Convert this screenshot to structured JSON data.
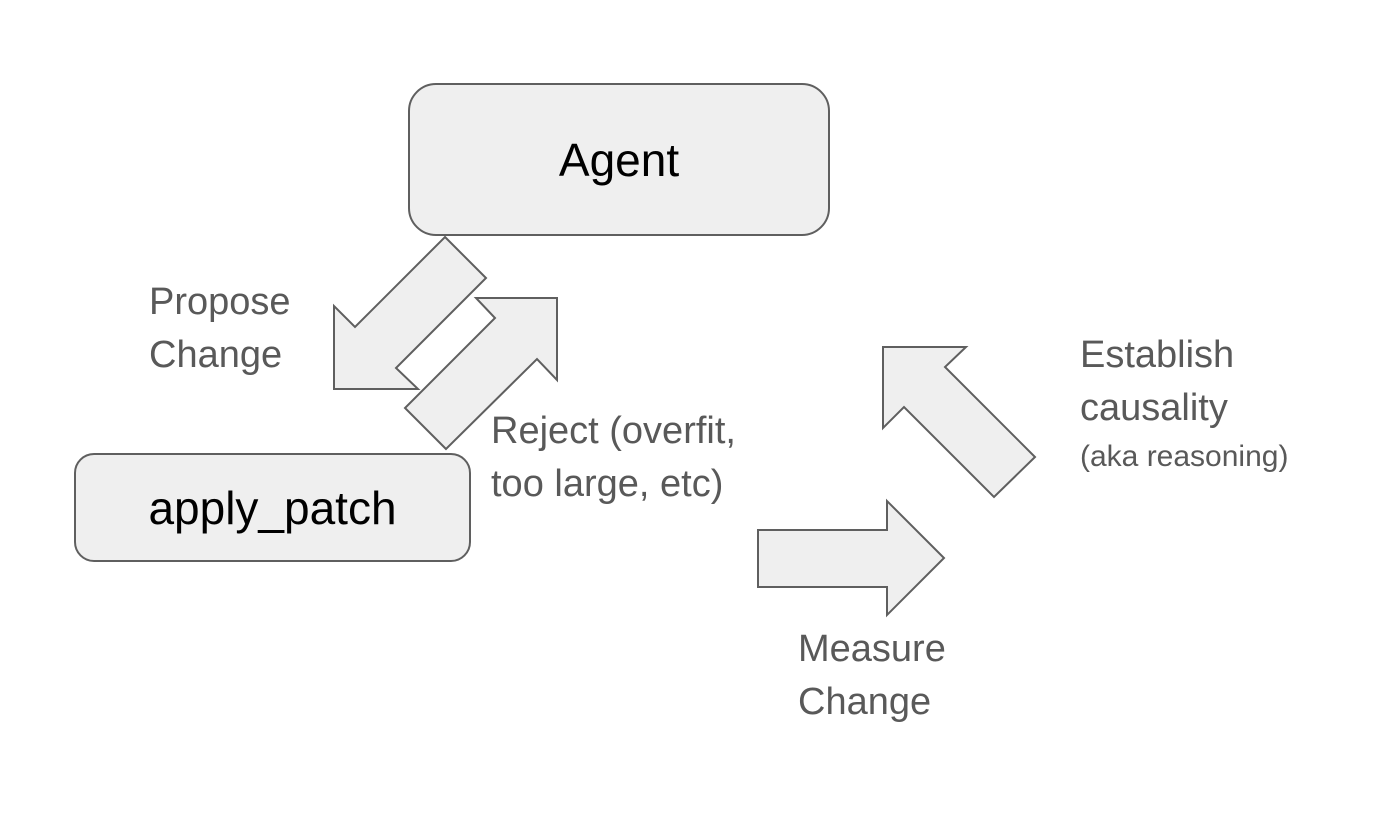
{
  "diagram": {
    "nodes": {
      "agent": "Agent",
      "apply_patch": "apply_patch"
    },
    "edges": {
      "propose": {
        "line1": "Propose",
        "line2": "Change"
      },
      "reject": {
        "line1": "Reject (overfit,",
        "line2": "too large, etc)"
      },
      "measure": {
        "line1": "Measure",
        "line2": "Change"
      },
      "establish": {
        "line1": "Establish",
        "line2": "causality",
        "note": "(aka reasoning)"
      }
    },
    "colors": {
      "shape_fill": "#efefef",
      "shape_stroke": "#5f5f5f",
      "node_text": "#000000",
      "label_text": "#595959"
    }
  }
}
